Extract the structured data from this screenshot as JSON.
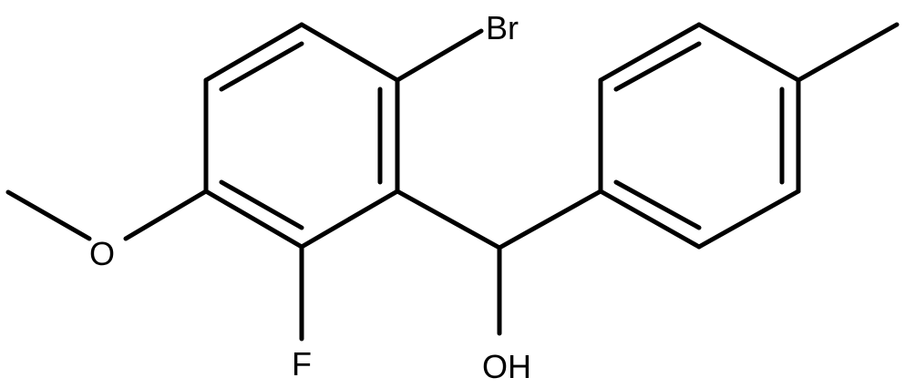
{
  "molecule": {
    "atoms": {
      "bromine": "Br",
      "fluorine": "F",
      "methoxy_oxygen": "O",
      "hydroxyl": "OH"
    },
    "colors": {
      "bond": "#000000",
      "label": "#000000",
      "background": "#ffffff"
    }
  }
}
